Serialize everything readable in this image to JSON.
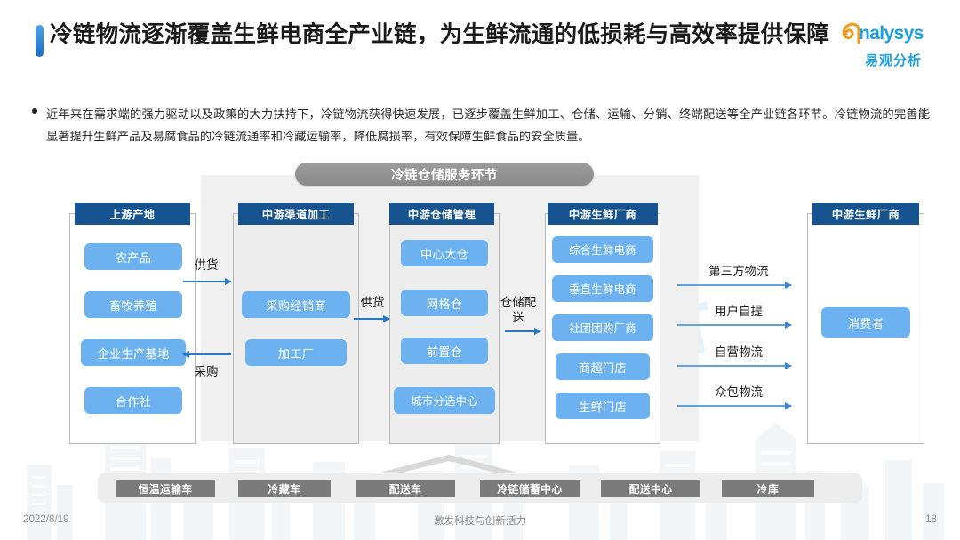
{
  "slide": {
    "title": "冷链物流逐渐覆盖生鲜电商全产业链，为生鲜流通的低损耗与高效率提供保障",
    "bullet": "近年来在需求端的强力驱动以及政策的大力扶持下，冷链物流获得快速发展，已逐步覆盖生鲜加工、仓储、运输、分销、终端配送等全产业链各环节。冷链物流的完善能显著提升生鲜产品及易腐食品的冷链流通率和冷藏运输率，降低腐损率，有效保障生鲜食品的安全质量。",
    "accent_color": "#1a6fc4"
  },
  "logo": {
    "word": "nalysys",
    "cn": "易观分析",
    "color": "#1aa0e0",
    "mark_color": "#f29c1f"
  },
  "diagram": {
    "panel_title": "冷链仓储服务环节",
    "columns": [
      {
        "header": "上游产地",
        "nodes": [
          "农产品",
          "畜牧养殖",
          "企业生产基地",
          "合作社"
        ]
      },
      {
        "header": "中游渠道加工",
        "nodes": [
          "采购经销商",
          "加工厂"
        ]
      },
      {
        "header": "中游仓储管理",
        "nodes": [
          "中心大仓",
          "网格仓",
          "前置仓",
          "城市分选中心"
        ]
      },
      {
        "header": "中游生鲜厂商",
        "nodes": [
          "综合生鲜电商",
          "垂直生鲜电商",
          "社团团购厂商",
          "商超门店",
          "生鲜门店"
        ]
      },
      {
        "header": "中游生鲜厂商",
        "nodes": [
          "消费者"
        ]
      }
    ],
    "flow_labels": {
      "supply_1": "供货",
      "purchase": "采购",
      "supply_2": "供货",
      "warehouse_delivery": "仓储配送"
    },
    "delivery_modes": [
      "第三方物流",
      "用户自提",
      "自营物流",
      "众包物流"
    ],
    "capabilities": [
      "恒温运输车",
      "冷藏车",
      "配送车",
      "冷链储蓄中心",
      "配送中心",
      "冷库"
    ],
    "colors": {
      "header_blue": "#17548f",
      "node_blue": "#6cb2f0",
      "arrow_blue": "#2878c8",
      "panel_gray": "#f0f0f0",
      "chip_gray": "#7b7b7b"
    }
  },
  "footer": {
    "date": "2022/8/19",
    "center": "激发科技与创新活力",
    "page": "18"
  },
  "watermark": {
    "text": "nalysys",
    "cn": "易观分析"
  }
}
